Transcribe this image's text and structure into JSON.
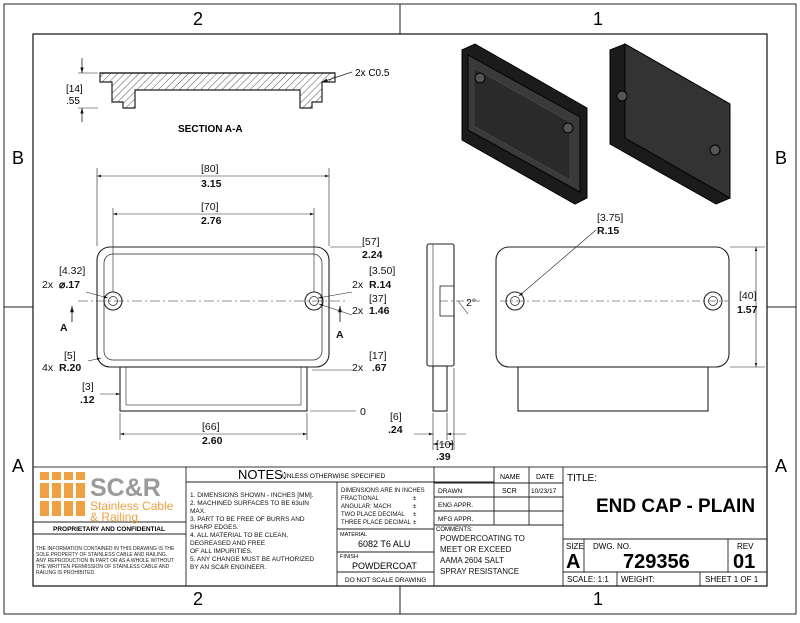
{
  "frame": {
    "zone_cols_top": [
      "2",
      "1"
    ],
    "zone_rows": [
      "B",
      "A"
    ]
  },
  "section": {
    "title": "SECTION A-A",
    "height_mm": "[14]",
    "height_in": ".55",
    "chamfer": "2x C0.5"
  },
  "front_view": {
    "overall_width_mm": "[80]",
    "overall_width_in": "3.15",
    "hole_spacing_mm": "[70]",
    "hole_spacing_in": "2.76",
    "height_mm": "[57]",
    "height_in": "2.24",
    "hole_qty_dia": "2x",
    "hole_dia_mm": "[4.32]",
    "hole_dia_in": "⌀.17",
    "radius_qty": "2x",
    "radius_mm": "[3.50]",
    "radius_in": "R.14",
    "hole_height_qty": "2x",
    "hole_height_mm": "[37]",
    "hole_height_in": "1.46",
    "corner_qty": "4x",
    "corner_mm": "[5]",
    "corner_in": "R.20",
    "lower_qty": "2x",
    "lower_mm": "[17]",
    "lower_in": ".67",
    "wall_mm": "[3]",
    "wall_in": ".12",
    "base_width_mm": "[66]",
    "base_width_in": "2.60",
    "zero": "0",
    "cut_a_left": "A",
    "cut_a_right": "A"
  },
  "side_view": {
    "angle": "2°",
    "depth_mm": "[6]",
    "depth_in": ".24",
    "thick_mm": "[10]",
    "thick_in": ".39"
  },
  "back_view": {
    "radius_mm": "[3.75]",
    "radius_in": "R.15",
    "height_mm": "[40]",
    "height_in": "1.57"
  },
  "title_block": {
    "company_short": "SC&R",
    "company_line1": "Stainless Cable",
    "company_line2": "& Railing",
    "proprietary": "PROPRIETARY AND CONFIDENTIAL",
    "disclaimer": [
      "THE INFORMATION CONTAINED IN THIS DRAWING IS THE",
      "SOLE PROPERTY OF STAINLESS CABLE AND RAILING.",
      "ANY REPRODUCTION IN PART OR AS A WHOLE WITHOUT",
      "THE WRITTEN PERMISSION OF STAINLESS CABLE AND",
      "RAILING IS PROHIBITED."
    ],
    "notes_label": "NOTES:",
    "notes_sub": "UNLESS OTHERWISE SPECIFIED",
    "notes": [
      "1. DIMENSIONS SHOWN - INCHES [MM].",
      "2. MACHINED SURFACES TO BE 63uIN",
      "MAX.",
      "3. PART TO BE FREE OF BURRS AND",
      "SHARP EDGES.",
      "4. ALL MATERIAL TO BE CLEAN,",
      "DEGREASED AND FREE",
      "OF ALL IMPURITIES.",
      "5. ANY CHANGE MUST BE AUTHORIZED",
      "BY AN SC&R ENGINEER."
    ],
    "tolerances": [
      "DIMENSIONS ARE IN INCHES",
      "FRACTIONAL",
      "ANGULAR: MACH",
      "TWO PLACE DECIMAL",
      "THREE PLACE DECIMAL"
    ],
    "tol_mark": "±",
    "material_label": "MATERIAL",
    "material": "6082 T6 ALU",
    "finish_label": "FINISH",
    "finish": "POWDERCOAT",
    "do_not_scale": "DO NOT SCALE DRAWING",
    "name_header": "NAME",
    "date_header": "DATE",
    "drawn_label": "DRAWN",
    "drawn_name": "SCR",
    "drawn_date": "10/23/17",
    "eng_label": "ENG APPR.",
    "mfg_label": "MFG APPR.",
    "comments_label": "COMMENTS:",
    "comments": [
      "POWDERCOATING TO",
      "MEET OR EXCEED",
      "AAMA 2604 SALT",
      "SPRAY RESISTANCE"
    ],
    "title_label": "TITLE:",
    "title": "END CAP - PLAIN",
    "size_label": "SIZE",
    "size": "A",
    "dwg_label": "DWG.  NO.",
    "dwg_no": "729356",
    "rev_label": "REV",
    "rev": "01",
    "scale": "SCALE: 1:1",
    "weight": "WEIGHT:",
    "sheet": "SHEET 1 OF 1"
  },
  "colors": {
    "brand_orange": "#F0A040",
    "brand_gray": "#9A9A9A",
    "ink": "#111111"
  }
}
